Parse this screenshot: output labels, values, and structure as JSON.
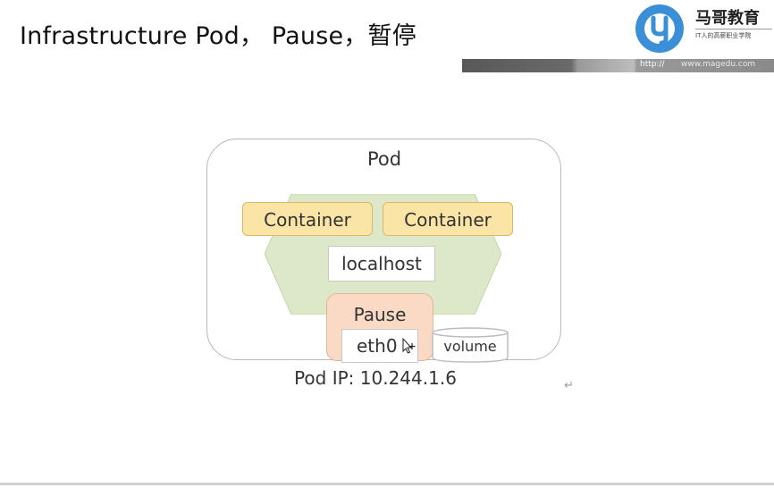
{
  "slide": {
    "title": "Infrastructure Pod，  Pause，暂停"
  },
  "logo": {
    "icon": "magedu-logo-icon",
    "name": "马哥教育",
    "tagline": "IT人的高薪职业学院",
    "url_prefix": "http://",
    "url_site": "www.magedu.com",
    "brand_color": "#3a8fd6"
  },
  "diagram": {
    "pod_label": "Pod",
    "containers": [
      "Container",
      "Container"
    ],
    "localhost": "localhost",
    "pause": "Pause",
    "eth0": "eth0",
    "volume": "volume",
    "pod_ip": "Pod IP: 10.244.1.6",
    "colors": {
      "hexagon": "#dde8c8",
      "container_fill": "#fbe5a6",
      "pause_fill": "#fadac4"
    }
  },
  "misc": {
    "return_mark": "↵"
  }
}
